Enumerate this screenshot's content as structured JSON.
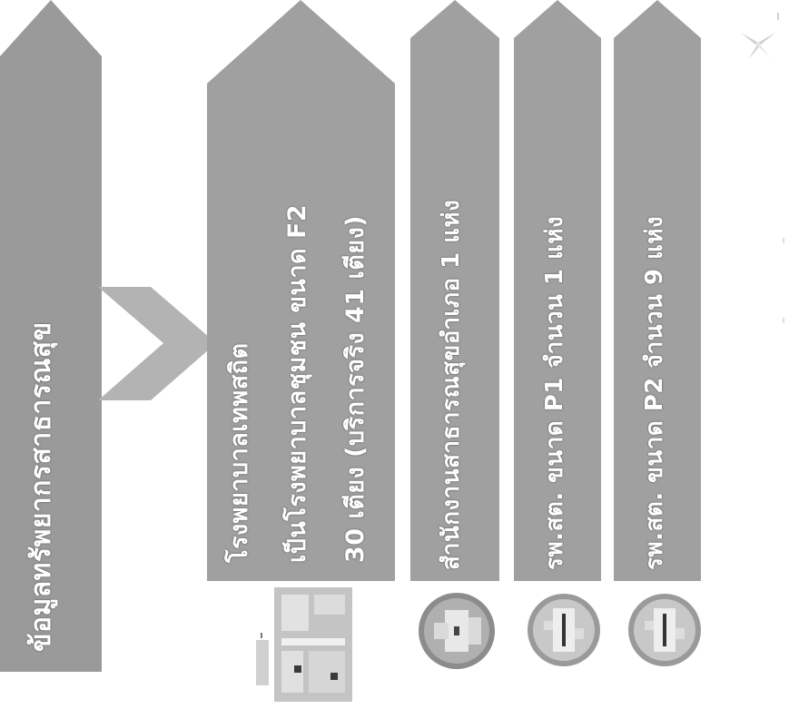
{
  "colors": {
    "arrow_fill": "#9a9a9a",
    "arrow_fill_light": "#a8a8a8",
    "chevron_fill": "#b3b3b3",
    "text": "#ffffff",
    "thumb_gray": "#8c8c8c"
  },
  "main_label": "ข้อมูลทรัพยากรสาธารณสุข",
  "connector_icon": "chevron-right-icon",
  "items": [
    {
      "lines": [
        "โรงพยาบาลเทพสถิต",
        "เป็นโรงพยาบาลชุมชน ขนาด F2",
        "30 เตียง (บริการจริง 41 เตียง)"
      ],
      "thumb_icon": "hospital-floorplan-thumbnail"
    },
    {
      "lines": [
        "สำนักงานสาธารณสุขอำเภอ 1 แห่ง"
      ],
      "thumb_icon": "health-office-circle-map-thumbnail"
    },
    {
      "lines": [
        "รพ.สต. ขนาด P1 จำนวน 1 แห่ง"
      ],
      "thumb_icon": "p1-circle-map-thumbnail"
    },
    {
      "lines": [
        "รพ.สต. ขนาด P2 จำนวน 9 แห่ง"
      ],
      "thumb_icon": "p2-circle-map-thumbnail"
    }
  ],
  "corner_decoration_icon": "bird-logo-icon"
}
